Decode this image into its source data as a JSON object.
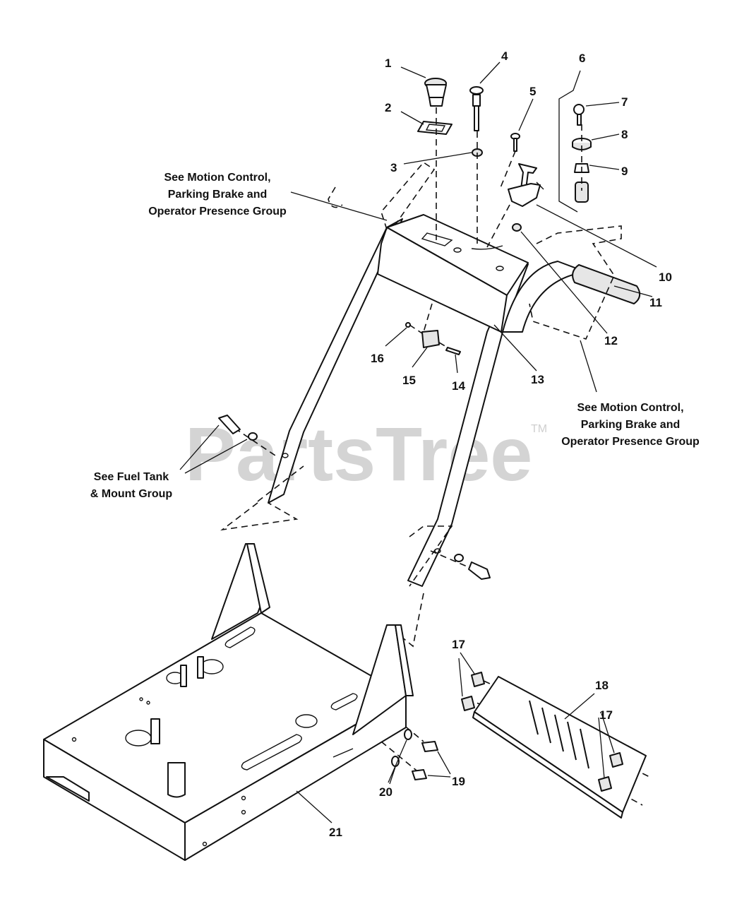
{
  "watermark": {
    "text": "PartsTree",
    "trademark": "TM"
  },
  "callouts": {
    "c1": "1",
    "c2": "2",
    "c3": "3",
    "c4": "4",
    "c5": "5",
    "c6": "6",
    "c7": "7",
    "c8": "8",
    "c9": "9",
    "c10": "10",
    "c11": "11",
    "c12": "12",
    "c13": "13",
    "c14": "14",
    "c15": "15",
    "c16": "16",
    "c17a": "17",
    "c17b": "17",
    "c18": "18",
    "c19": "19",
    "c20": "20",
    "c21": "21"
  },
  "notes": {
    "motion_control_left": [
      "See Motion Control,",
      "Parking Brake and",
      "Operator Presence Group"
    ],
    "motion_control_right": [
      "See Motion Control,",
      "Parking Brake and",
      "Operator Presence Group"
    ],
    "fuel_tank": [
      "See Fuel Tank",
      "& Mount Group"
    ]
  }
}
